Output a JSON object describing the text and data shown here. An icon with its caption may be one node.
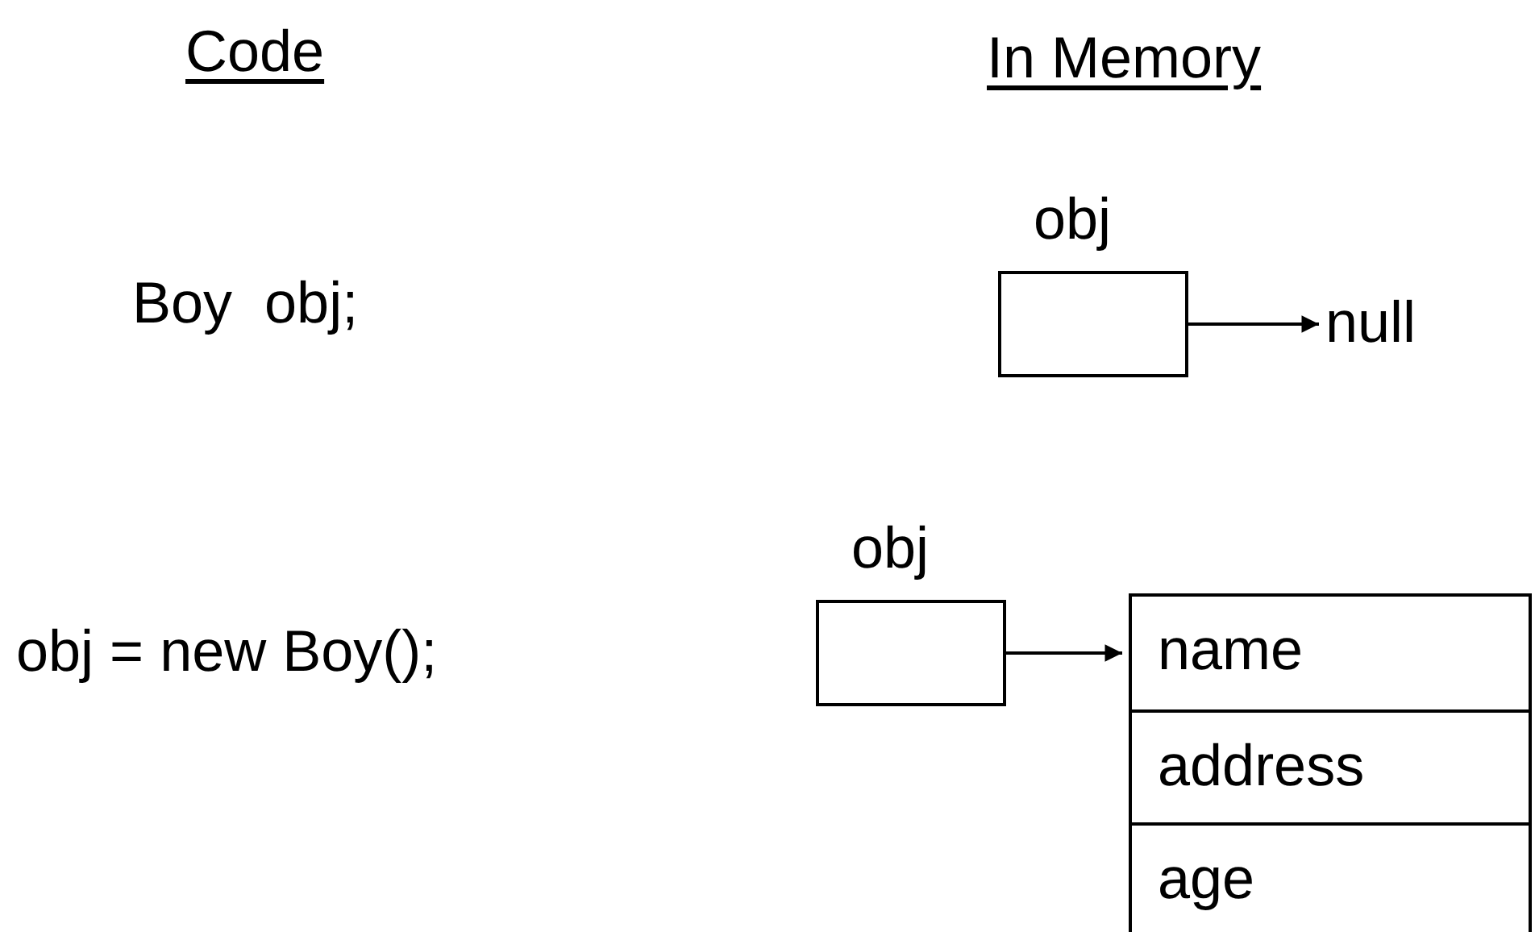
{
  "diagram": {
    "nodes": [
      {
        "text": [
          "obj"
        ]
      },
      {
        "text": [
          "null"
        ]
      },
      {
        "text": [
          "obj"
        ]
      },
      {
        "text": [
          "name",
          "address",
          "age"
        ]
      }
    ],
    "edges": [
      {
        "from": 0,
        "to": 1,
        "arrow": "to"
      },
      {
        "from": 2,
        "to": 3,
        "arrow": "to"
      }
    ],
    "labels": [
      "Code",
      "In Memory",
      "Boy  obj;",
      "obj = new Boy();"
    ]
  }
}
